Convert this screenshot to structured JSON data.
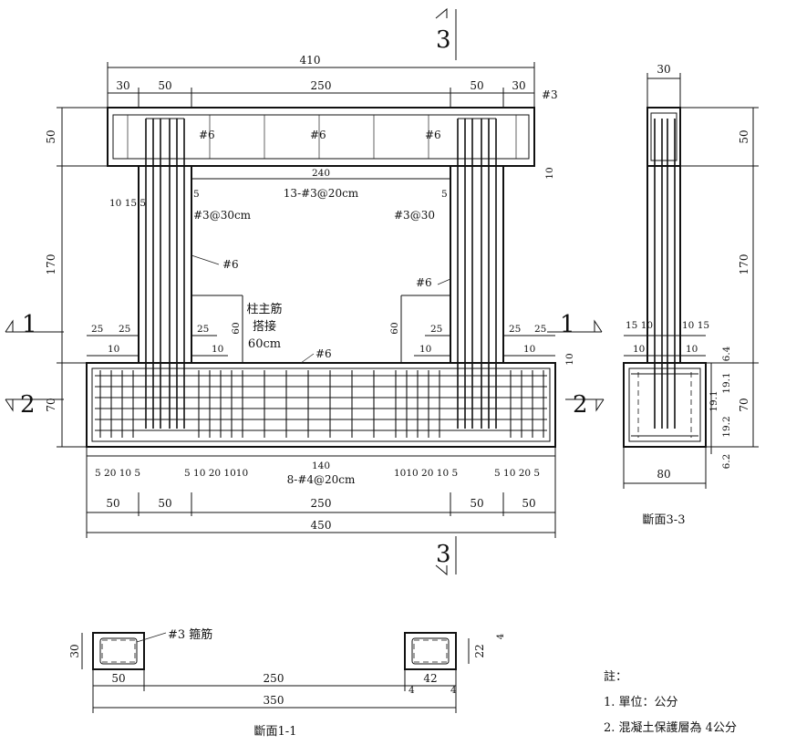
{
  "elevation": {
    "dims_top": {
      "total": "410",
      "seg": [
        "30",
        "50",
        "250",
        "50",
        "30"
      ]
    },
    "dims_bottom": {
      "total": "450",
      "seg": [
        "50",
        "50",
        "250",
        "50",
        "50"
      ]
    },
    "dims_bottom_small": {
      "left": "5 20 10 5",
      "midleft": "5 10 20 1010",
      "midright": "1010 20 10 5",
      "right": "5 10 20 5"
    },
    "left_heights": [
      "50",
      "170",
      "70"
    ],
    "beam_clear": "240",
    "beam_bars": "13-#3@20cm",
    "footing_clear": "140",
    "footing_bars": "8-#4@20cm",
    "bar_labels": {
      "h3": "#3",
      "h6": "#6",
      "stirrup_left": "#3@30cm",
      "stirrup_right": "#3@30",
      "five": "5",
      "ten": "10",
      "ten_fifteen_five": "10 15 5",
      "twentyfive": "25",
      "sixty": "60"
    },
    "lap_note": [
      "柱主筋",
      "搭接",
      "60cm"
    ],
    "section_marks": [
      "1",
      "2",
      "3"
    ]
  },
  "section33": {
    "title": "斷面3-3",
    "dims": {
      "top": "30",
      "h1": "50",
      "h2": "170",
      "h3": "70",
      "bottom": "80",
      "left_small": "15 10",
      "right_small": "10 15",
      "ten": "10",
      "right_small_v": [
        "6.4",
        "19.1",
        "19.1",
        "19.2",
        "6.2"
      ]
    }
  },
  "section11": {
    "title": "斷面1-1",
    "stirrup_label": "#3 箍筋",
    "dims": {
      "h": "30",
      "w": "50",
      "mid": "250",
      "total": "350",
      "inner_h": "22",
      "inner_w": "42",
      "cover": "4"
    }
  },
  "notes": {
    "heading": "註：",
    "items": [
      "1. 單位：公分",
      "2. 混凝土保護層為 4公分"
    ]
  }
}
